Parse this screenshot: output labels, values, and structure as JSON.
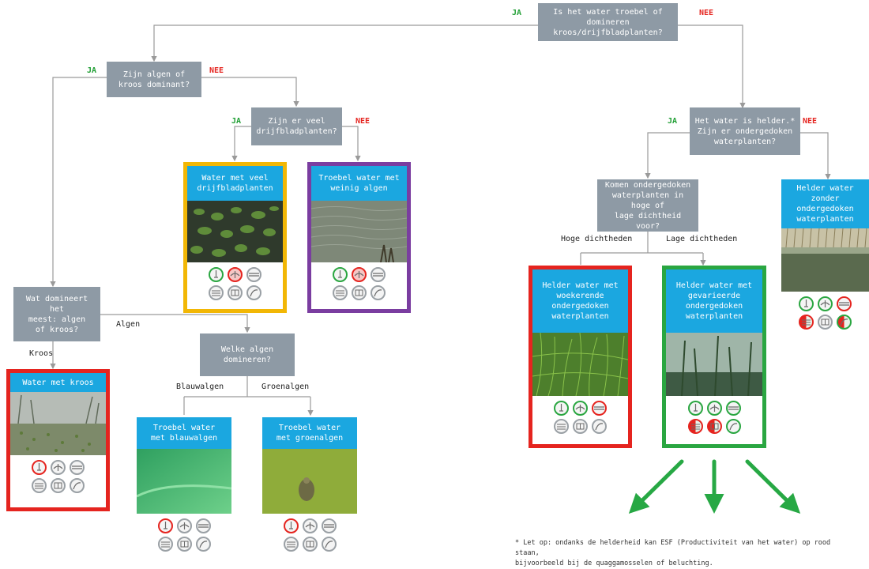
{
  "colors": {
    "question_box": "#8e9aa5",
    "card_header": "#1ba7e0",
    "yes": "#1f9e33",
    "no": "#e5241f",
    "arrow": "#27a844",
    "connector": "#9a9a9a"
  },
  "questions": {
    "q_root": "Is het water troebel of domineren\nkroos/drijfbladplanten?",
    "q_algen_kroos": "Zijn algen of\nkroos dominant?",
    "q_drijfblad": "Zijn er veel\ndrijfbladplanten?",
    "q_helder": "Het water is helder.*\nZijn er ondergedoken\nwaterplanten?",
    "q_dichtheid": "Komen ondergedoken\nwaterplanten in hoge of\nlage dichtheid voor?",
    "q_domineert": "Wat domineert het\nmeest: algen\nof kroos?",
    "q_welke_algen": "Welke algen\ndomineren?"
  },
  "labels": {
    "ja_root": "JA",
    "nee_root": "NEE",
    "ja_algen": "JA",
    "nee_algen": "NEE",
    "ja_drijf": "JA",
    "nee_drijf": "NEE",
    "ja_helder": "JA",
    "nee_helder": "NEE",
    "hoge": "Hoge dichtheden",
    "lage": "Lage dichtheden",
    "algen": "Algen",
    "kroos": "Kroos",
    "blauwalgen": "Blauwalgen",
    "groenalgen": "Groenalgen"
  },
  "cards": {
    "drijfblad": {
      "title": "Water met veel\ndrijfbladplanten",
      "frame": "#f2b705",
      "icons": [
        "green",
        "redfill",
        "grey",
        "grey",
        "grey",
        "grey"
      ]
    },
    "troebel_weinig": {
      "title": "Troebel water met\nweinig algen",
      "frame": "#7a3da0",
      "icons": [
        "green",
        "redfill",
        "grey",
        "grey",
        "grey",
        "grey"
      ]
    },
    "kroos": {
      "title": "Water met kroos",
      "frame": "#e5241f",
      "icons": [
        "red",
        "grey",
        "grey",
        "grey",
        "grey",
        "grey"
      ]
    },
    "blauwalgen": {
      "title": "Troebel water\nmet blauwalgen",
      "frame": "",
      "icons": [
        "red",
        "grey",
        "grey",
        "grey",
        "grey",
        "grey"
      ]
    },
    "groenalgen": {
      "title": "Troebel water\nmet groenalgen",
      "frame": "",
      "icons": [
        "red",
        "grey",
        "grey",
        "grey",
        "grey",
        "grey"
      ]
    },
    "woekerend": {
      "title": "Helder water met\nwoekerende\nondergedoken\nwaterplanten",
      "frame": "#e5241f",
      "icons": [
        "green",
        "green",
        "red",
        "grey",
        "grey",
        "grey"
      ]
    },
    "gevarieerd": {
      "title": "Helder water met\ngevarieerde\nondergedoken\nwaterplanten",
      "frame": "#2aa641",
      "icons": [
        "green",
        "green",
        "green",
        "half",
        "half",
        "green"
      ]
    },
    "zonder": {
      "title": "Helder water zonder\nondergedoken\nwaterplanten",
      "frame": "",
      "icons": [
        "green",
        "green",
        "red",
        "half",
        "grey",
        "half2"
      ]
    }
  },
  "footnote": "* Let op: ondanks de helderheid kan ESF (Productiviteit van het water)  op rood staan,\n  bijvoorbeeld bij de quaggamosselen of beluchting."
}
